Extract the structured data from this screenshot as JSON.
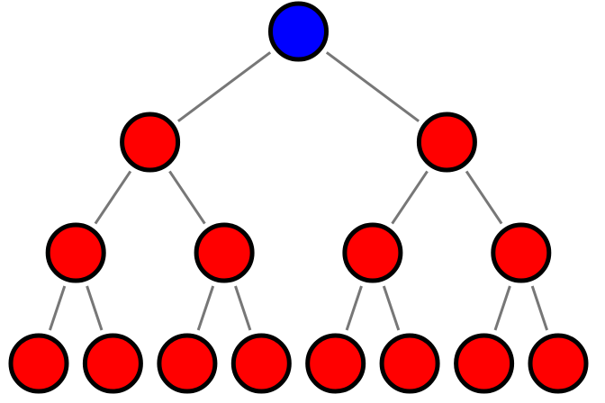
{
  "colors": {
    "root_fill": "#0000ff",
    "node_fill": "#ff0000",
    "node_stroke": "#000000",
    "edge_stroke": "#777777",
    "background": "#ffffff"
  },
  "tree": {
    "depth": 4,
    "branching": 2,
    "nodes": [
      {
        "id": "n0",
        "level": 0,
        "parent": null,
        "fill": "root"
      },
      {
        "id": "n1",
        "level": 1,
        "parent": "n0",
        "fill": "node"
      },
      {
        "id": "n2",
        "level": 1,
        "parent": "n0",
        "fill": "node"
      },
      {
        "id": "n3",
        "level": 2,
        "parent": "n1",
        "fill": "node"
      },
      {
        "id": "n4",
        "level": 2,
        "parent": "n1",
        "fill": "node"
      },
      {
        "id": "n5",
        "level": 2,
        "parent": "n2",
        "fill": "node"
      },
      {
        "id": "n6",
        "level": 2,
        "parent": "n2",
        "fill": "node"
      },
      {
        "id": "n7",
        "level": 3,
        "parent": "n3",
        "fill": "node"
      },
      {
        "id": "n8",
        "level": 3,
        "parent": "n3",
        "fill": "node"
      },
      {
        "id": "n9",
        "level": 3,
        "parent": "n4",
        "fill": "node"
      },
      {
        "id": "n10",
        "level": 3,
        "parent": "n4",
        "fill": "node"
      },
      {
        "id": "n11",
        "level": 3,
        "parent": "n5",
        "fill": "node"
      },
      {
        "id": "n12",
        "level": 3,
        "parent": "n5",
        "fill": "node"
      },
      {
        "id": "n13",
        "level": 3,
        "parent": "n6",
        "fill": "node"
      },
      {
        "id": "n14",
        "level": 3,
        "parent": "n6",
        "fill": "node"
      }
    ]
  }
}
